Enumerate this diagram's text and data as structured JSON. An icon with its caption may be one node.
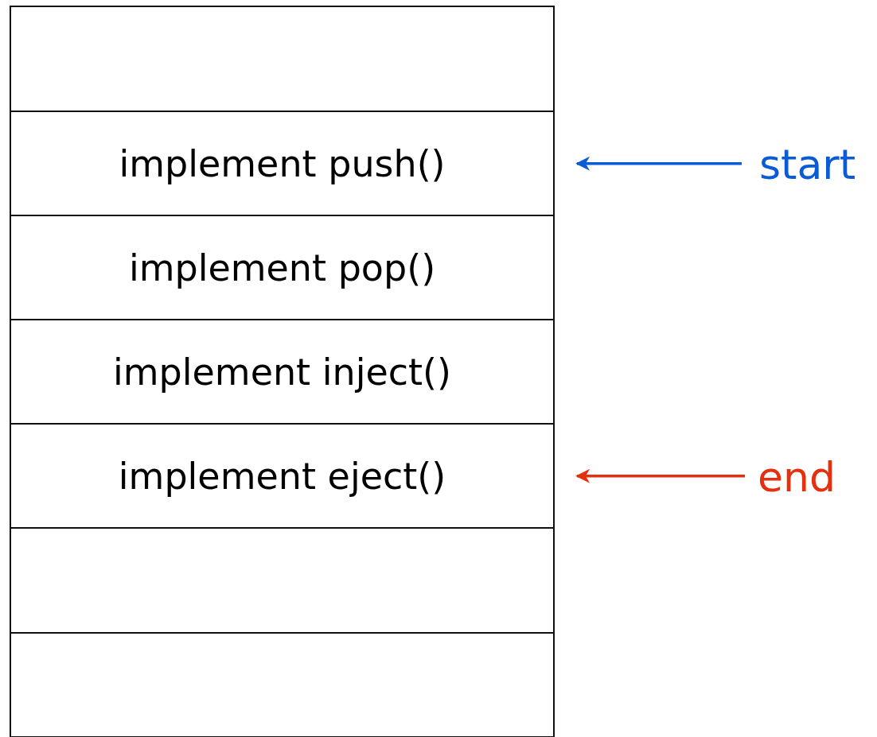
{
  "diagram": {
    "nodes": [
      {
        "text": [],
        "shape": "box"
      },
      {
        "text": [
          "implement push()"
        ]
      },
      {
        "text": [
          "implement pop()"
        ]
      },
      {
        "text": [
          "implement inject()"
        ]
      },
      {
        "text": [
          "implement eject()"
        ]
      },
      {
        "text": [],
        "shape": "box"
      },
      {
        "text": [],
        "shape": "box"
      },
      {
        "text": [
          "start"
        ]
      },
      {
        "text": [
          "end"
        ]
      }
    ],
    "edges": [
      {
        "from": 7,
        "to": 1,
        "arrow": "to",
        "color": "#0a5bd6"
      },
      {
        "from": 8,
        "to": 4,
        "arrow": "to",
        "color": "#e5300f"
      }
    ]
  }
}
